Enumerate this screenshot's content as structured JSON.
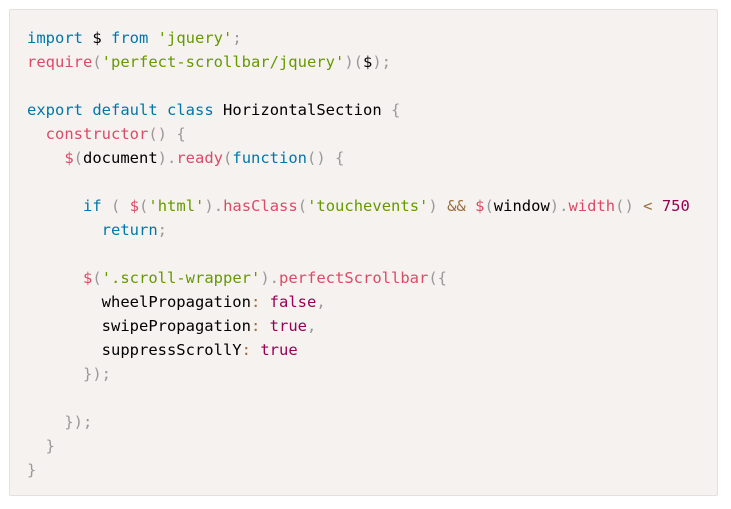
{
  "colors": {
    "background": "#f5f2f0",
    "keyword": "#0077aa",
    "function": "#dd4a68",
    "string": "#669900",
    "operator": "#9a6e3a",
    "punctuation": "#999999",
    "boolean": "#990055",
    "plain": "#000000"
  },
  "code": {
    "lines": [
      [
        [
          "kw",
          "import"
        ],
        [
          "plain",
          " $ "
        ],
        [
          "kw",
          "from"
        ],
        [
          "plain",
          " "
        ],
        [
          "str",
          "'jquery'"
        ],
        [
          "punc",
          ";"
        ]
      ],
      [
        [
          "fn",
          "require"
        ],
        [
          "punc",
          "("
        ],
        [
          "str",
          "'perfect-scrollbar/jquery'"
        ],
        [
          "punc",
          ")("
        ],
        [
          "plain",
          "$"
        ],
        [
          "punc",
          ");"
        ]
      ],
      [],
      [
        [
          "kw",
          "export"
        ],
        [
          "plain",
          " "
        ],
        [
          "kw",
          "default"
        ],
        [
          "plain",
          " "
        ],
        [
          "kw",
          "class"
        ],
        [
          "plain",
          " "
        ],
        [
          "cls",
          "HorizontalSection"
        ],
        [
          "plain",
          " "
        ],
        [
          "punc",
          "{"
        ]
      ],
      [
        [
          "plain",
          "  "
        ],
        [
          "fn",
          "constructor"
        ],
        [
          "punc",
          "()"
        ],
        [
          "plain",
          " "
        ],
        [
          "punc",
          "{"
        ]
      ],
      [
        [
          "plain",
          "    "
        ],
        [
          "fn",
          "$"
        ],
        [
          "punc",
          "("
        ],
        [
          "plain",
          "document"
        ],
        [
          "punc",
          ")."
        ],
        [
          "fn",
          "ready"
        ],
        [
          "punc",
          "("
        ],
        [
          "kw",
          "function"
        ],
        [
          "punc",
          "()"
        ],
        [
          "plain",
          " "
        ],
        [
          "punc",
          "{"
        ]
      ],
      [],
      [
        [
          "plain",
          "      "
        ],
        [
          "kw",
          "if"
        ],
        [
          "plain",
          " "
        ],
        [
          "punc",
          "("
        ],
        [
          "plain",
          " "
        ],
        [
          "fn",
          "$"
        ],
        [
          "punc",
          "("
        ],
        [
          "str",
          "'html'"
        ],
        [
          "punc",
          ")."
        ],
        [
          "fn",
          "hasClass"
        ],
        [
          "punc",
          "("
        ],
        [
          "str",
          "'touchevents'"
        ],
        [
          "punc",
          ")"
        ],
        [
          "plain",
          " "
        ],
        [
          "op",
          "&&"
        ],
        [
          "plain",
          " "
        ],
        [
          "fn",
          "$"
        ],
        [
          "punc",
          "("
        ],
        [
          "plain",
          "window"
        ],
        [
          "punc",
          ")."
        ],
        [
          "fn",
          "width"
        ],
        [
          "punc",
          "()"
        ],
        [
          "plain",
          " "
        ],
        [
          "op",
          "<"
        ],
        [
          "plain",
          " "
        ],
        [
          "num",
          "750"
        ]
      ],
      [
        [
          "plain",
          "        "
        ],
        [
          "kw",
          "return"
        ],
        [
          "punc",
          ";"
        ]
      ],
      [],
      [
        [
          "plain",
          "      "
        ],
        [
          "fn",
          "$"
        ],
        [
          "punc",
          "("
        ],
        [
          "str",
          "'.scroll-wrapper'"
        ],
        [
          "punc",
          ")."
        ],
        [
          "fn",
          "perfectScrollbar"
        ],
        [
          "punc",
          "({"
        ]
      ],
      [
        [
          "plain",
          "        wheelPropagation"
        ],
        [
          "op",
          ":"
        ],
        [
          "plain",
          " "
        ],
        [
          "bool",
          "false"
        ],
        [
          "punc",
          ","
        ]
      ],
      [
        [
          "plain",
          "        swipePropagation"
        ],
        [
          "op",
          ":"
        ],
        [
          "plain",
          " "
        ],
        [
          "bool",
          "true"
        ],
        [
          "punc",
          ","
        ]
      ],
      [
        [
          "plain",
          "        suppressScrollY"
        ],
        [
          "op",
          ":"
        ],
        [
          "plain",
          " "
        ],
        [
          "bool",
          "true"
        ]
      ],
      [
        [
          "plain",
          "      "
        ],
        [
          "punc",
          "});"
        ]
      ],
      [],
      [
        [
          "plain",
          "    "
        ],
        [
          "punc",
          "});"
        ]
      ],
      [
        [
          "plain",
          "  "
        ],
        [
          "punc",
          "}"
        ]
      ],
      [
        [
          "punc",
          "}"
        ]
      ]
    ]
  }
}
